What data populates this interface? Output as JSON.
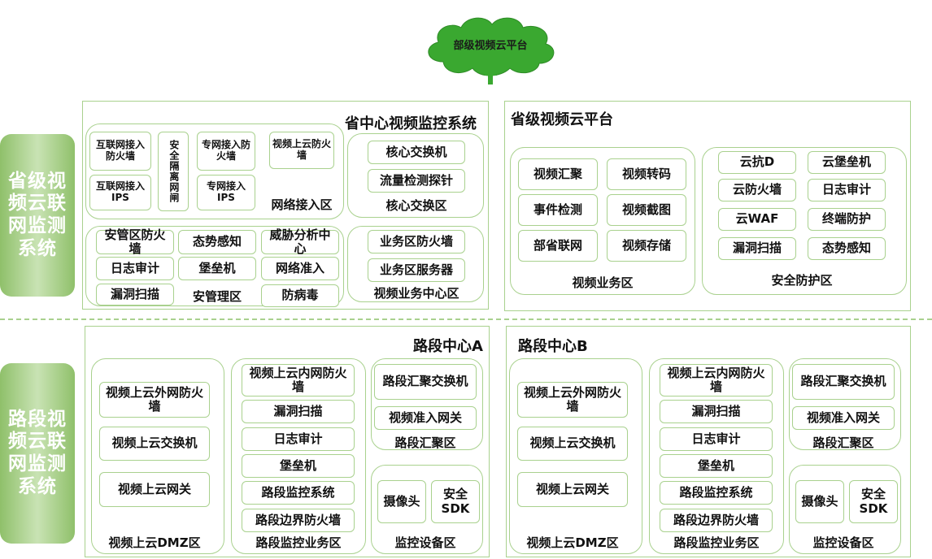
{
  "top_cloud": {
    "label": "部级视频云平台"
  },
  "side_labels": {
    "province": "省级视频云联网监测系统",
    "road": "路段视频云联网监测系统"
  },
  "prov_center": {
    "title": "省中心视频监控系统",
    "network_access": {
      "label": "网络接入区",
      "items": [
        "互联网接入防火墙",
        "互联网接入IPS",
        "安全隔离网闸",
        "专网接入防火墙",
        "专网接入IPS",
        "视频上云防火墙"
      ]
    },
    "core": {
      "label": "核心交换区",
      "items": [
        "核心交换机",
        "流量检测探针"
      ]
    },
    "security_mgmt": {
      "label": "安管理区",
      "items": [
        "安管区防火墙",
        "态势感知",
        "威胁分析中心",
        "日志审计",
        "堡垒机",
        "网络准入",
        "漏洞扫描",
        "防病毒"
      ]
    },
    "video_center": {
      "label": "视频业务中心区",
      "items": [
        "业务区防火墙",
        "业务区服务器"
      ]
    }
  },
  "prov_cloud": {
    "title": "省级视频云平台",
    "video_biz": {
      "label": "视频业务区",
      "items": [
        "视频汇聚",
        "视频转码",
        "事件检测",
        "视频截图",
        "部省联网",
        "视频存储"
      ]
    },
    "security_prot": {
      "label": "安全防护区",
      "items": [
        "云抗D",
        "云堡垒机",
        "云防火墙",
        "日志审计",
        "云WAF",
        "终端防护",
        "漏洞扫描",
        "态势感知"
      ]
    }
  },
  "road_a": {
    "title": "路段中心A",
    "dmz": {
      "label": "视频上云DMZ区",
      "items": [
        "视频上云外网防火墙",
        "视频上云交换机",
        "视频上云网关"
      ]
    },
    "biz": {
      "label": "路段监控业务区",
      "items": [
        "视频上云内网防火墙",
        "漏洞扫描",
        "日志审计",
        "堡垒机",
        "路段监控系统",
        "路段边界防火墙"
      ]
    },
    "agg": {
      "label": "路段汇聚区",
      "items": [
        "路段汇聚交换机",
        "视频准入网关"
      ]
    },
    "dev": {
      "label": "监控设备区",
      "items": [
        "摄像头",
        "安全SDK"
      ]
    }
  },
  "road_b": {
    "title": "路段中心B",
    "dmz": {
      "label": "视频上云DMZ区",
      "items": [
        "视频上云外网防火墙",
        "视频上云交换机",
        "视频上云网关"
      ]
    },
    "biz": {
      "label": "路段监控业务区",
      "items": [
        "视频上云内网防火墙",
        "漏洞扫描",
        "日志审计",
        "堡垒机",
        "路段监控系统",
        "路段边界防火墙"
      ]
    },
    "agg": {
      "label": "路段汇聚区",
      "items": [
        "路段汇聚交换机",
        "视频准入网关"
      ]
    },
    "dev": {
      "label": "监控设备区",
      "items": [
        "摄像头",
        "安全SDK"
      ]
    }
  },
  "colors": {
    "cloud_fill": "#3aa830",
    "border": "#a9d18e",
    "side_gradient": "#8fc06a"
  }
}
